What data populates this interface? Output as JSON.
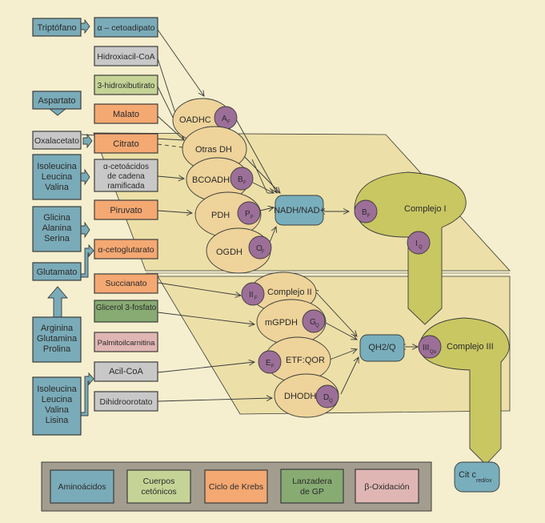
{
  "colors": {
    "background": "#f5efcf",
    "panel": "#ece0a8",
    "aminoacidos": "#7aabb8",
    "cuerpos_cetonicos": "#c5d496",
    "krebs": "#f4a872",
    "lanzadera_gp": "#87ab72",
    "beta_oxidacion": "#e0b6b4",
    "gray": "#c8c8c8",
    "enzyme": "#eed39a",
    "site": "#9c6f98",
    "complex": "#c9c762",
    "carrier": "#79aebd",
    "legend_frame": "#a29d8f"
  },
  "sources": {
    "triptofano": "Triptófano",
    "aspartato": "Aspartato",
    "oxalacetato": "Oxalacetato",
    "ile_leu_val": [
      "Isoleucina",
      "Leucina",
      "Valina"
    ],
    "gly_ala_ser": [
      "Glicina",
      "Alanina",
      "Serina"
    ],
    "glutamato": "Glutamato",
    "arg_gln_pro": [
      "Arginina",
      "Glutamina",
      "Prolina"
    ],
    "ile_leu_val_lys": [
      "Isoleucina",
      "Leucina",
      "Valina",
      "Lisina"
    ]
  },
  "substrates": {
    "a_cetoadipato": "α – cetoadipato",
    "hidroxiacil_coa": "Hidroxiacil-CoA",
    "hidroxibutirato": "3-hidroxibutirato",
    "malato": "Malato",
    "citrato": "Citrato",
    "cetoacidos": [
      "α-cetoácidos",
      "de cadena",
      "ramificada"
    ],
    "piruvato": "Piruvato",
    "a_cetoglutarato": "α-cetoglutarato",
    "succianato": "Succianato",
    "glicerol": "Glicerol 3-fosfato",
    "palmitoilcarnitina": "Palmitoilcarnitina",
    "acil_coa": "Acil-CoA",
    "dihidroorotato": "Dihidroorotato"
  },
  "enzymes": {
    "oadhc": {
      "name": "OADHC",
      "site": "A",
      "sub": "F"
    },
    "otras": {
      "name": "Otras DH"
    },
    "bcoadh": {
      "name": "BCOADH",
      "site": "B",
      "sub": "F"
    },
    "pdh": {
      "name": "PDH",
      "site": "P",
      "sub": "F"
    },
    "ogdh": {
      "name": "OGDH",
      "site": "O",
      "sub": "F"
    },
    "complejo2": {
      "name": "Complejo II",
      "site": "II",
      "sub": "F"
    },
    "mgpdh": {
      "name": "mGPDH",
      "site": "G",
      "sub": "Q"
    },
    "etfqor": {
      "name": "ETF:QOR",
      "site": "E",
      "sub": "F"
    },
    "dhodh": {
      "name": "DHODH",
      "site": "D",
      "sub": "Q"
    }
  },
  "carriers": {
    "nadh": "NADH/NAD+",
    "qh2": "QH2/Q",
    "citc": "Cit c",
    "citc_sub": "red/ox"
  },
  "complexes": {
    "c1": {
      "name": "Complejo I",
      "site1": "B",
      "site1_sub": "F",
      "site2": "I",
      "site2_sub": "Q"
    },
    "c3": {
      "name": "Complejo III",
      "site": "III",
      "site_sub": "Qo"
    }
  },
  "exchange_symbol": "↔",
  "legend": [
    {
      "lines": [
        "Aminoácidos"
      ]
    },
    {
      "lines": [
        "Cuerpos",
        "cetónicos"
      ]
    },
    {
      "lines": [
        "Ciclo de Krebs"
      ]
    },
    {
      "lines": [
        "Lanzadera",
        "de GP"
      ]
    },
    {
      "lines": [
        "β-Oxidación"
      ]
    }
  ]
}
